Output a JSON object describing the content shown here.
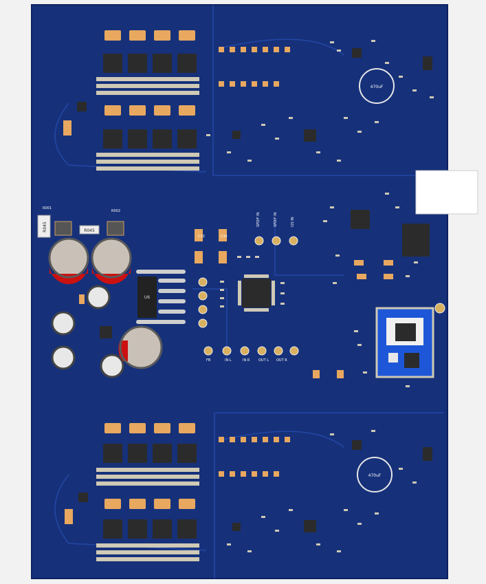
{
  "colors": {
    "background": "#f2f2f2",
    "board": "#16317a",
    "board_edge": "#0d2160",
    "trace": "#2447a6",
    "ic_body": "#2b2b2b",
    "pad_tin": "#cfc9b5",
    "cap_red": "#cc1111",
    "cap_gray": "#c9c1b8",
    "bt_module": "#1d57d8",
    "usb_white": "#ffffff",
    "tan_cap": "#e8a860"
  },
  "silkscreen": {
    "r045_left": "R045",
    "r045_mid": "R045",
    "r001": "R001",
    "r002": "R002",
    "c_470uf_top": "470uF",
    "c_470uf_bottom": "470uF",
    "u6": "U6",
    "spdif_a": "SPDIF IN",
    "spdif_b": "SPDIF IN",
    "i2s_in": "I2S IN",
    "in_l": "IN L",
    "in_r": "IN R",
    "out_l": "OUT L",
    "out_r": "OUT R",
    "fb_a": "FB",
    "c13": "C13",
    "c14": "C14"
  }
}
